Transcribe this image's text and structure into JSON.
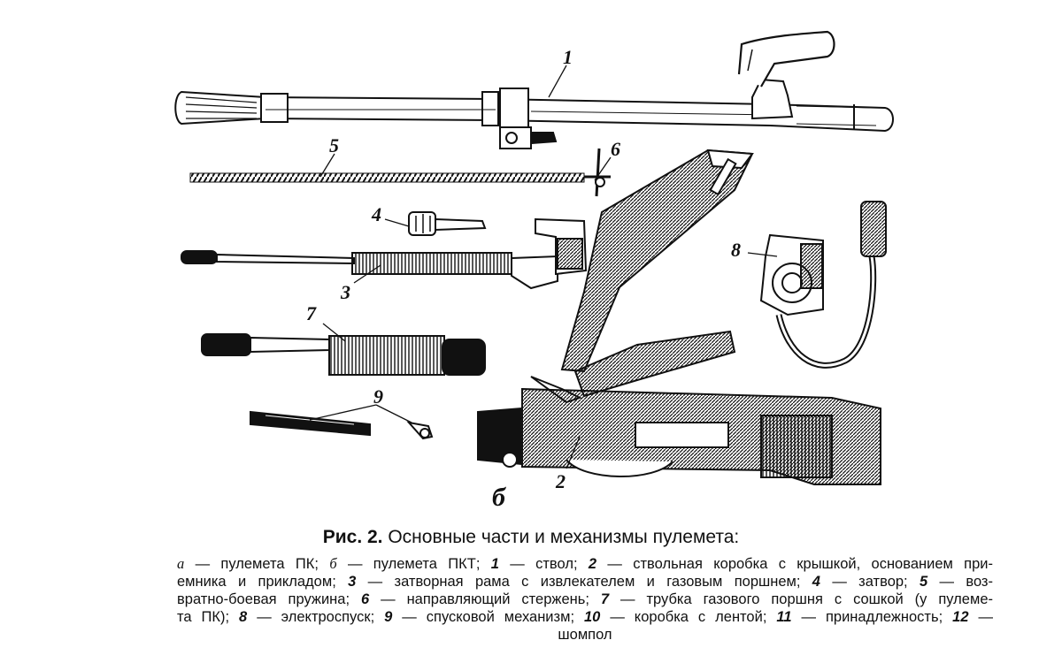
{
  "figure": {
    "part_labels": [
      "1",
      "2",
      "3",
      "4",
      "5",
      "6",
      "7",
      "8",
      "9"
    ],
    "subfigure_label": "б"
  },
  "caption": {
    "fig_number": "Рис. 2.",
    "title": "Основные части и механизмы пулемета:"
  },
  "legend": {
    "line1": [
      {
        "k": "а",
        "t": " — пулемета ПК; "
      },
      {
        "k": "б",
        "t": " — пулемета ПКТ; "
      },
      {
        "k": "1",
        "t": " — ствол; "
      },
      {
        "k": "2",
        "t": " — ствольная коробка с крышкой, основанием при-"
      }
    ],
    "line2": [
      {
        "k": "",
        "t": "емника и прикладом; "
      },
      {
        "k": "3",
        "t": " — затворная рама с извлекателем и газовым поршнем; "
      },
      {
        "k": "4",
        "t": " — затвор; "
      },
      {
        "k": "5",
        "t": " — воз-"
      }
    ],
    "line3": [
      {
        "k": "",
        "t": "вратно-боевая пружина; "
      },
      {
        "k": "6",
        "t": " — направляющий стержень; "
      },
      {
        "k": "7",
        "t": " — трубка газового поршня с сошкой (у пулеме-"
      }
    ],
    "line4": [
      {
        "k": "",
        "t": "та ПК); "
      },
      {
        "k": "8",
        "t": " — электроспуск; "
      },
      {
        "k": "9",
        "t": " — спусковой механизм; "
      },
      {
        "k": "10",
        "t": " — коробка с лентой; "
      },
      {
        "k": "11",
        "t": " — принадлежность; "
      },
      {
        "k": "12",
        "t": " —"
      }
    ],
    "line5": "шомпол"
  }
}
